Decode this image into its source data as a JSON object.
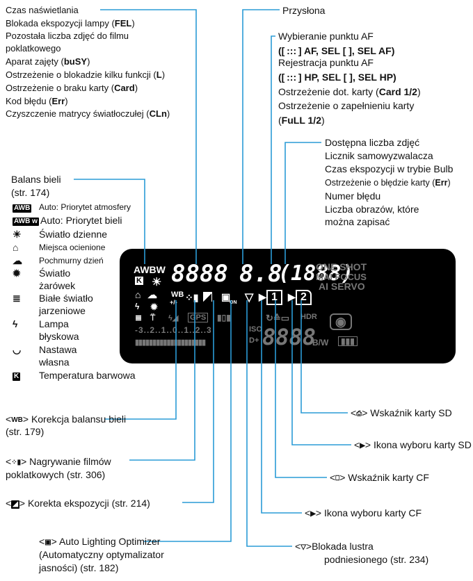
{
  "top_left": [
    {
      "text": "Czas naświetlania"
    },
    {
      "text": "Blokada ekspozycji lampy (",
      "bold": "FEL",
      "tail": ")"
    },
    {
      "text": "Pozostała liczba zdjęć do filmu"
    },
    {
      "text": "poklatkowego"
    },
    {
      "text": "Aparat zajęty (",
      "bold": "buSY",
      "tail": ")"
    },
    {
      "text": "Ostrzeżenie o blokadzie kilku funkcji (",
      "bold": "L",
      "tail": ")"
    },
    {
      "text": "Ostrzeżenie o braku karty (",
      "bold": "Card",
      "tail": ")"
    },
    {
      "text": "Kod błędu (",
      "bold": "Err",
      "tail": ")"
    },
    {
      "text": "Czyszczenie matrycy światłoczułej (",
      "bold": "CLn",
      "tail": ")"
    }
  ],
  "top_right": {
    "aperture": "Przysłona",
    "af_select": "Wybieranie punktu AF",
    "af_select_modes": "([ ::: ] AF, SEL [ ], SEL AF)",
    "af_register": "Rejestracja punktu AF",
    "af_register_modes": "([ ::: ] HP, SEL [ ], SEL HP)",
    "card_warning_pre": "Ostrzeżenie dot. karty (",
    "card_warning_bold": "Card 1/2",
    "card_warning_post": ")",
    "card_full_1": "Ostrzeżenie o zapełnieniu karty",
    "card_full_pre": "(",
    "card_full_bold": "FuLL 1/2",
    "card_full_post": ")"
  },
  "right_block": {
    "line1": "Dostępna liczba zdjęć",
    "line2": "Licznik samowyzwalacza",
    "line3": "Czas ekspozycji w trybie Bulb",
    "line4_pre": "Ostrzeżenie o błędzie karty (",
    "line4_bold": "Err",
    "line4_post": ")",
    "line5": "Numer błędu",
    "line6": "Liczba obrazów, które",
    "line7": "można zapisać"
  },
  "white_balance": {
    "title": "Balans bieli",
    "page": "(str. 174)",
    "items": [
      {
        "icon": "AWB",
        "label": "Auto: Priorytet atmosfery"
      },
      {
        "icon": "AWB w",
        "label": "Auto: Priorytet bieli"
      },
      {
        "icon": "☀",
        "label": "Światło dzienne"
      },
      {
        "icon": "⌂",
        "label": "Miejsca ocienione"
      },
      {
        "icon": "☁",
        "label": "Pochmurny dzień"
      },
      {
        "icon": "✹",
        "label": "Światło",
        "label2": "żarówek"
      },
      {
        "icon": "≣",
        "label": "Białe światło",
        "label2": "jarzeniowe"
      },
      {
        "icon": "ϟ",
        "label": "Lampa",
        "label2": "błyskowa"
      },
      {
        "icon": "◡",
        "label": "Nastawa",
        "label2": "własna"
      },
      {
        "icon": "K",
        "label": "Temperatura barwowa"
      }
    ]
  },
  "lcd": {
    "wb_top": "AWBW",
    "k": "K",
    "shutter": "8888",
    "aperture": "8.8",
    "shots": "(1888)",
    "one_shot": "ONE SHOT",
    "ai_focus": "MAI FOCUS",
    "ai_servo": "AI SERVO",
    "wb_corr": "WB",
    "wb_corr2": "+/-",
    "card1": "1",
    "card2": "2",
    "gps": "GPS",
    "hdr": "HDR",
    "scale": "-3..2..1..0..1..2..3",
    "iso": "ISO",
    "dplus": "D+",
    "big_num": "8888",
    "bw": "B/W",
    "on": "ON"
  },
  "bottom_labels": {
    "sd_indicator": "Wskaźnik karty SD",
    "sd_select": "Ikona wyboru karty SD",
    "cf_indicator": "Wskaźnik karty CF",
    "cf_select": "Ikona wyboru karty CF",
    "mirror_lock_1": "Blokada lustra",
    "mirror_lock_2": "podniesionego (str. 234)",
    "wb_correction_1": "Korekcja balansu bieli",
    "wb_correction_2": "(str. 179)",
    "timelapse_1": "Nagrywanie filmów",
    "timelapse_2": "poklatkowych (str. 306)",
    "exp_comp": "Korekta ekspozycji (str. 214)",
    "alo_1": "Auto Lighting Optimizer",
    "alo_2": "(Automatyczny optymalizator",
    "alo_3": "jasności) (str. 182)"
  },
  "colors": {
    "leader": "#2a9bd6",
    "lcd_bg": "#000000",
    "lcd_on": "#ffffff",
    "lcd_off": "#777777"
  }
}
